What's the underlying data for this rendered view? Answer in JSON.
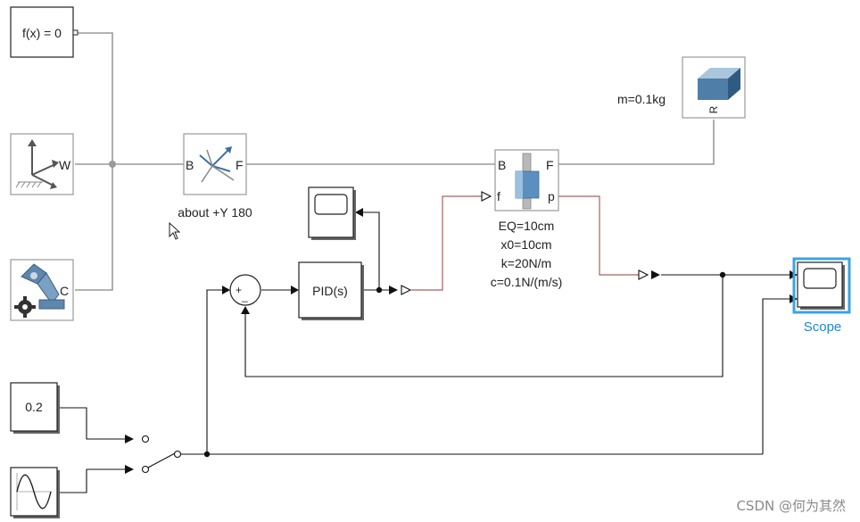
{
  "blocks": {
    "solver": {
      "label": "f(x) = 0"
    },
    "world": {
      "port": "W"
    },
    "transform": {
      "port_b": "B",
      "port_f": "F",
      "caption": "about +Y 180"
    },
    "mechanism_config": {
      "port": "C"
    },
    "mass": {
      "param": "m=0.1kg",
      "port": "R"
    },
    "prismatic_joint": {
      "port_b": "B",
      "port_f": "F",
      "port_force": "f",
      "port_pos": "p",
      "params": [
        "EQ=10cm",
        "x0=10cm",
        "k=20N/m",
        "c=0.1N/(m/s)"
      ]
    },
    "sum": {
      "plus": "+",
      "minus": "_"
    },
    "pid": {
      "label": "PID(s)"
    },
    "constant": {
      "label": "0.2"
    },
    "scope": {
      "label": "Scope"
    }
  },
  "watermark": "CSDN @何为其然",
  "colors": {
    "physical_line": "#9a9a9a",
    "signal_line": "#111111",
    "converted_signal": "#a86060",
    "selection": "#3aa3e3",
    "scope_label": "#1e88d6"
  }
}
